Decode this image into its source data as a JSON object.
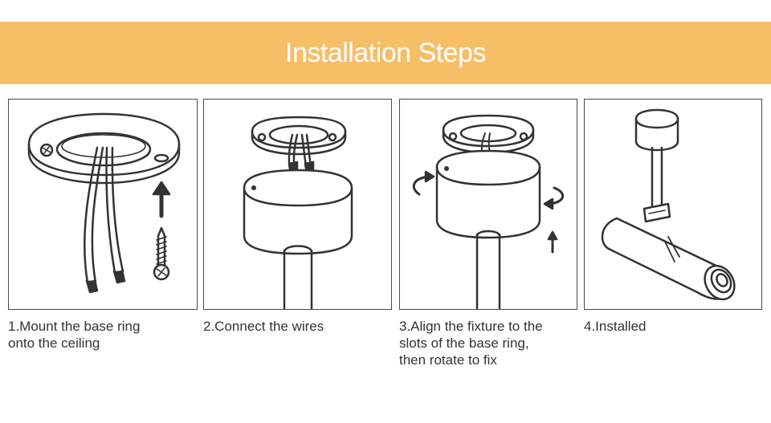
{
  "header": {
    "title": "Installation Steps"
  },
  "colors": {
    "banner": "#f7be68",
    "line": "#333333",
    "title": "#ffffff"
  },
  "steps": [
    {
      "caption": "1.Mount the base ring\nonto the ceiling"
    },
    {
      "caption": "2.Connect the wires"
    },
    {
      "caption": "3.Align the fixture to the\nslots of the base ring,\nthen rotate to fix"
    },
    {
      "caption": "4.Installed"
    }
  ]
}
